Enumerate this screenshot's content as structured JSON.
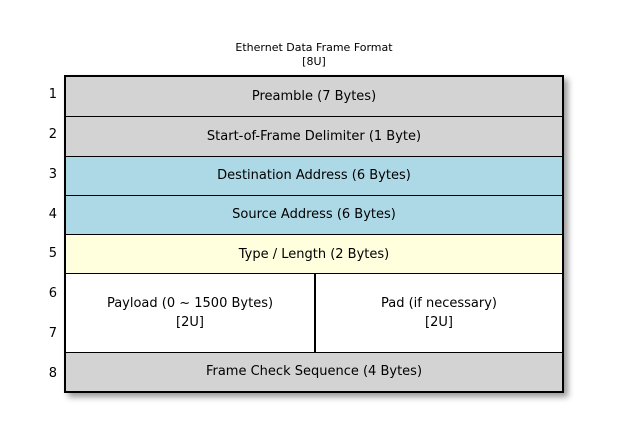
{
  "header": {
    "title": "Ethernet Data Frame Format",
    "subtitle": "[8U]"
  },
  "row_numbers": [
    "1",
    "2",
    "3",
    "4",
    "5",
    "6",
    "7",
    "8"
  ],
  "frame_fields": {
    "preamble": "Preamble (7 Bytes)",
    "start_of_frame_delimiter": "Start-of-Frame Delimiter (1 Byte)",
    "destination_address": "Destination Address (6 Bytes)",
    "source_address": "Source Address (6 Bytes)",
    "type_length": "Type / Length (2 Bytes)",
    "payload": {
      "label": "Payload (0 ~ 1500 Bytes)",
      "size_note": "[2U]"
    },
    "pad": {
      "label": "Pad (if necessary)",
      "size_note": "[2U]"
    },
    "frame_check_sequence": "Frame Check Sequence (4 Bytes)"
  },
  "colors": {
    "gray_fill": "#d3d3d3",
    "blue_fill": "#add8e6",
    "yellow_fill": "#ffffdd",
    "white_fill": "#ffffff",
    "border": "#000000",
    "text": "#000000",
    "background": "#ffffff"
  }
}
